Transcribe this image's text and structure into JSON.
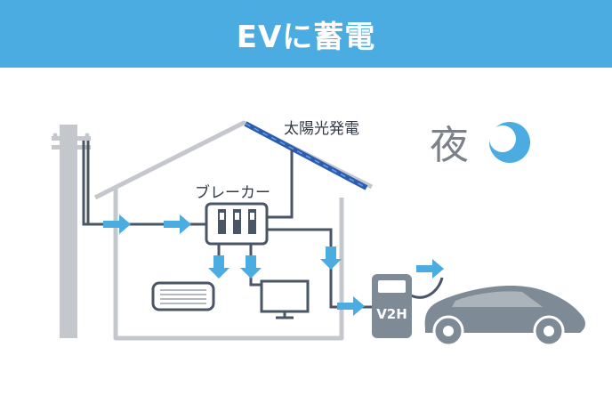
{
  "header": {
    "title": "EVに蓄電"
  },
  "labels": {
    "solar": "太陽光発電",
    "breaker": "ブレーカー",
    "night": "夜",
    "v2h": "V2H"
  },
  "icons": {
    "moon": "moon-icon",
    "aircon": "air-conditioner-icon",
    "tv": "tv-icon",
    "car": "electric-car-icon",
    "pole": "utility-pole-icon",
    "panel": "solar-panel-icon",
    "breaker": "breaker-icon",
    "v2h": "v2h-charger-icon"
  },
  "colors": {
    "header": "#4aace0",
    "line": "#4a5566",
    "house": "#c4c8cc",
    "arrow": "#4aace0",
    "device": "#7f8a97",
    "solar": "#2a5db0"
  }
}
